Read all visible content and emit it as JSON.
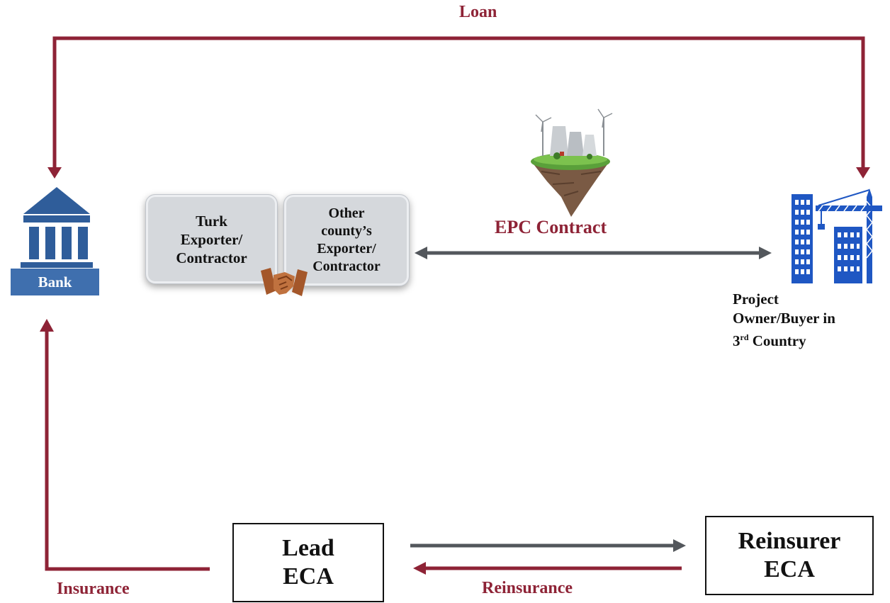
{
  "labels": {
    "loan": "Loan",
    "epc_contract": "EPC Contract",
    "insurance": "Insurance",
    "reinsurance": "Reinsurance"
  },
  "bank": {
    "label": "Bank",
    "icon": "bank-icon"
  },
  "contractors": {
    "turk": [
      "Turk",
      "Exporter/",
      "Contractor"
    ],
    "other": [
      "Other",
      "county’s",
      "Exporter/",
      "Contractor"
    ],
    "icon": "handshake-icon"
  },
  "project": {
    "line1": "Project",
    "line2": "Owner/Buyer in",
    "line3_prefix": "3",
    "line3_sup": "rd",
    "line3_suffix": " Country",
    "icon": "building-crane-icon"
  },
  "power_plant_icon": "power-plant-island-icon",
  "eca": {
    "lead": [
      "Lead",
      "ECA"
    ],
    "reinsurer": [
      "Reinsurer",
      "ECA"
    ]
  },
  "colors": {
    "flow_red": "#8e2336",
    "flow_gray": "#53575c",
    "bank_blue": "#2f5d9a",
    "building_blue": "#1f57c3",
    "handshake": "#a4572a"
  }
}
